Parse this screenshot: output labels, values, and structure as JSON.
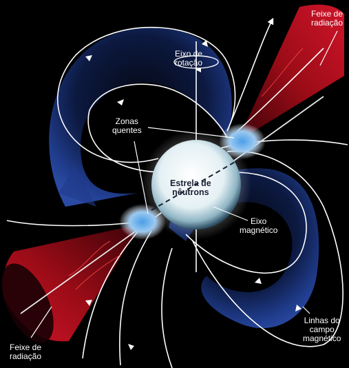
{
  "labels": {
    "rotation_axis": [
      "Eixo de",
      "rotação"
    ],
    "hot_zones": [
      "Zonas",
      "quentes"
    ],
    "neutron_star": [
      "Estrela de",
      "nêutrons"
    ],
    "magnetic_axis": [
      "Eixo",
      "magnético"
    ],
    "beam_top": [
      "Feixe de",
      "radiação"
    ],
    "beam_bottom": [
      "Feixe de",
      "radiação"
    ],
    "field_lines": [
      "Linhas do",
      "campo",
      "magnético"
    ]
  },
  "colors": {
    "background": "#000000",
    "field_lobe": "#1f3b8a",
    "beam_red": "#c4101e",
    "star_white": "#eaf3f7",
    "hot_zone": "#5aa7e8",
    "line": "#ffffff"
  }
}
